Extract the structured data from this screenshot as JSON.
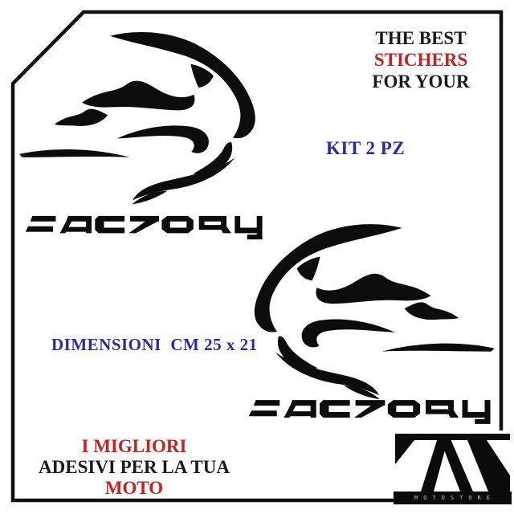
{
  "promo": {
    "line1": "THE BEST",
    "line2": "STICHERS",
    "line3": "FOR YOUR"
  },
  "kit_label": "KIT 2 PZ",
  "dimensions_label": "DIMENSIONI  CM 25 x 21",
  "claim": {
    "line1": "I MIGLIORI",
    "line2": "ADESIVI PER LA TUA",
    "line3": "MOTO"
  },
  "stickers": [
    {
      "wordmark": "FACTORY",
      "subject": "puma-head",
      "facing": "right"
    },
    {
      "wordmark": "FACTORY",
      "subject": "puma-head",
      "facing": "left"
    }
  ],
  "store": {
    "label": "MOTOSTORE"
  },
  "colors": {
    "text_black": "#1a1a1a",
    "text_red": "#c8201e",
    "text_blue": "#2a2aa8",
    "art_black": "#0c0c0c",
    "store_text": "#c9c37c"
  }
}
